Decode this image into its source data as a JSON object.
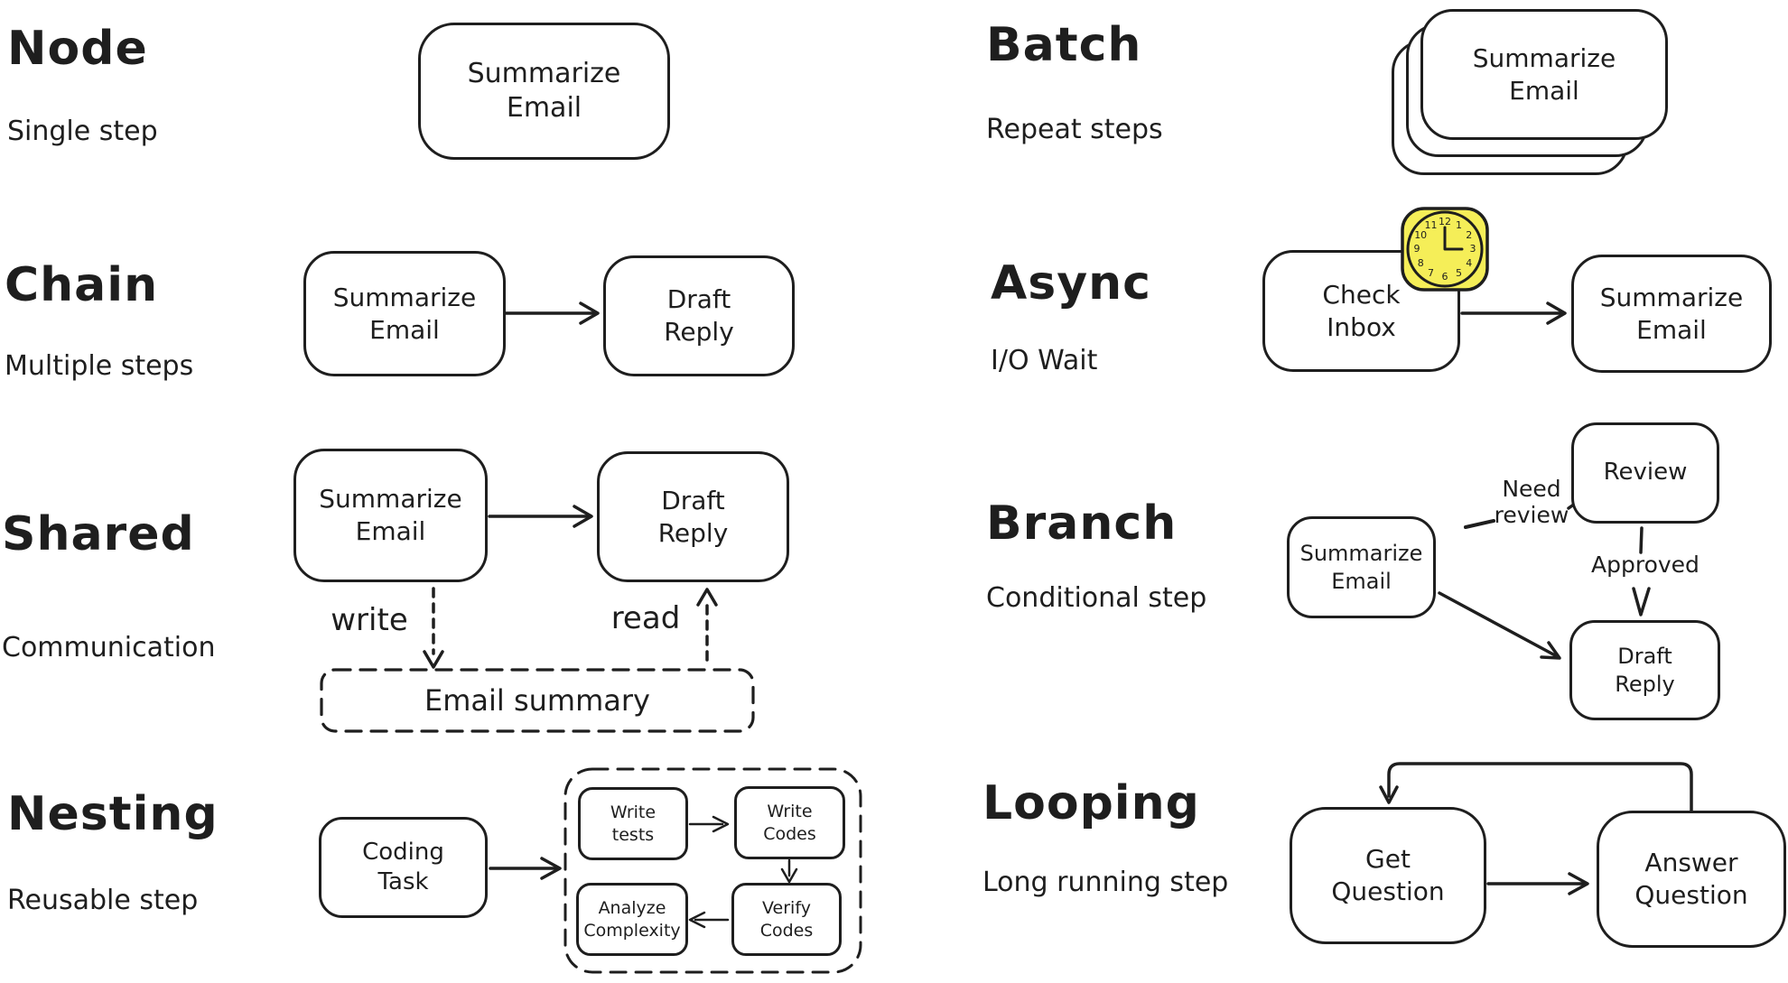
{
  "colors": {
    "ink": "#1e1e1e",
    "clock_fill": "#f5ee58"
  },
  "node": {
    "title": "Node",
    "subtitle": "Single step",
    "box1": "Summarize\nEmail"
  },
  "chain": {
    "title": "Chain",
    "subtitle": "Multiple steps",
    "box1": "Summarize\nEmail",
    "box2": "Draft\nReply"
  },
  "shared": {
    "title": "Shared",
    "subtitle": "Communication",
    "box1": "Summarize\nEmail",
    "box2": "Draft\nReply",
    "write_label": "write",
    "read_label": "read",
    "store": "Email summary"
  },
  "nesting": {
    "title": "Nesting",
    "subtitle": "Reusable step",
    "box1": "Coding\nTask",
    "inner1": "Write\ntests",
    "inner2": "Write\nCodes",
    "inner3": "Analyze\nComplexity",
    "inner4": "Verify\nCodes"
  },
  "batch": {
    "title": "Batch",
    "subtitle": "Repeat steps",
    "box1": "Summarize\nEmail"
  },
  "async": {
    "title": "Async",
    "subtitle": "I/O Wait",
    "box1": "Check\nInbox",
    "box2": "Summarize\nEmail",
    "clock_numbers": [
      "12",
      "1",
      "2",
      "3",
      "4",
      "5",
      "6",
      "7",
      "8",
      "9",
      "10",
      "11"
    ]
  },
  "branch": {
    "title": "Branch",
    "subtitle": "Conditional step",
    "box1": "Summarize\nEmail",
    "box2": "Review",
    "box3": "Draft\nReply",
    "label_need_review": "Need\nreview",
    "label_approved": "Approved"
  },
  "looping": {
    "title": "Looping",
    "subtitle": "Long running step",
    "box1": "Get\nQuestion",
    "box2": "Answer\nQuestion"
  }
}
